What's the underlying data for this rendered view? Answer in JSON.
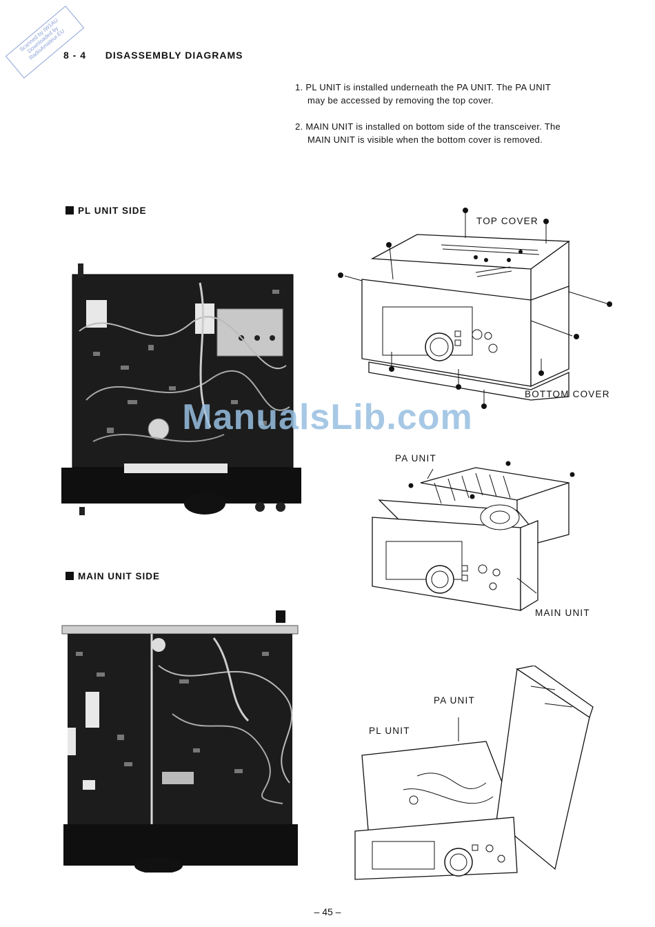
{
  "stamp": {
    "line1": "Scanned by IW1AU",
    "line2": "Downloaded by",
    "line3": "RadioAmateur.EU"
  },
  "header": {
    "section_number": "8 - 4",
    "title": "DISASSEMBLY DIAGRAMS"
  },
  "notes": [
    {
      "number": "1.",
      "text_line1": "PL UNIT is installed underneath the PA UNIT.  The PA UNIT",
      "text_line2": "may be accessed by removing the top cover."
    },
    {
      "number": "2.",
      "text_line1": "MAIN UNIT is installed on bottom side of the transceiver.  The",
      "text_line2": "MAIN UNIT is visible when the bottom cover is removed."
    }
  ],
  "photos": {
    "pl_unit_side": {
      "title": "PL UNIT SIDE"
    },
    "main_unit_side": {
      "title": "MAIN UNIT SIDE"
    }
  },
  "diagrams": {
    "covers": {
      "top_cover": "TOP COVER",
      "bottom_cover": "BOTTOM COVER"
    },
    "units": {
      "pa_unit": "PA UNIT",
      "main_unit": "MAIN UNIT"
    },
    "open": {
      "pa_unit": "PA UNIT",
      "pl_unit": "PL UNIT"
    }
  },
  "watermark": "ManualsLib.com",
  "footer": {
    "page_number": "– 45 –"
  }
}
